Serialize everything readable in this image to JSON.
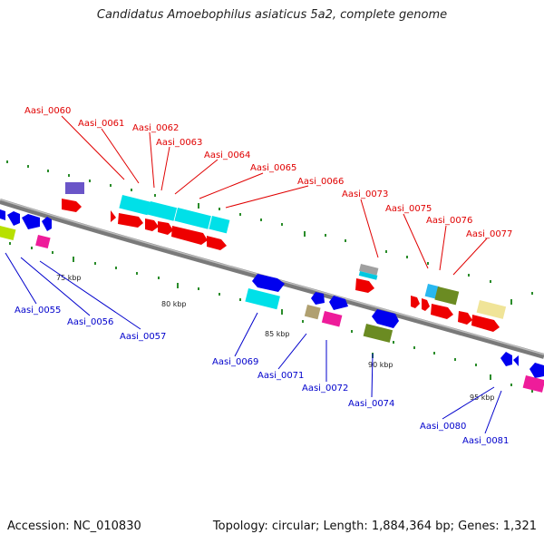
{
  "title": "Candidatus Amoebophilus asiaticus 5a2, complete genome",
  "footer": {
    "accession": "Accession: NC_010830",
    "summary": "Topology: circular; Length: 1,884,364 bp; Genes: 1,321"
  },
  "scale_labels": [
    "75 kbp",
    "80 kbp",
    "85 kbp",
    "90 kbp",
    "95 kbp"
  ],
  "colors": {
    "forward_label": "#e00000",
    "reverse_label": "#0000cc",
    "backbone": "#7f7f7f",
    "ticks": "#1a8a1a"
  },
  "gene_labels_forward": [
    "Aasi_0060",
    "Aasi_0061",
    "Aasi_0062",
    "Aasi_0063",
    "Aasi_0064",
    "Aasi_0065",
    "Aasi_0066",
    "Aasi_0073",
    "Aasi_0075",
    "Aasi_0076",
    "Aasi_0077"
  ],
  "gene_labels_reverse": [
    "Aasi_0055",
    "Aasi_0056",
    "Aasi_0057",
    "Aasi_0069",
    "Aasi_0071",
    "Aasi_0072",
    "Aasi_0074",
    "Aasi_0080",
    "Aasi_0081"
  ]
}
